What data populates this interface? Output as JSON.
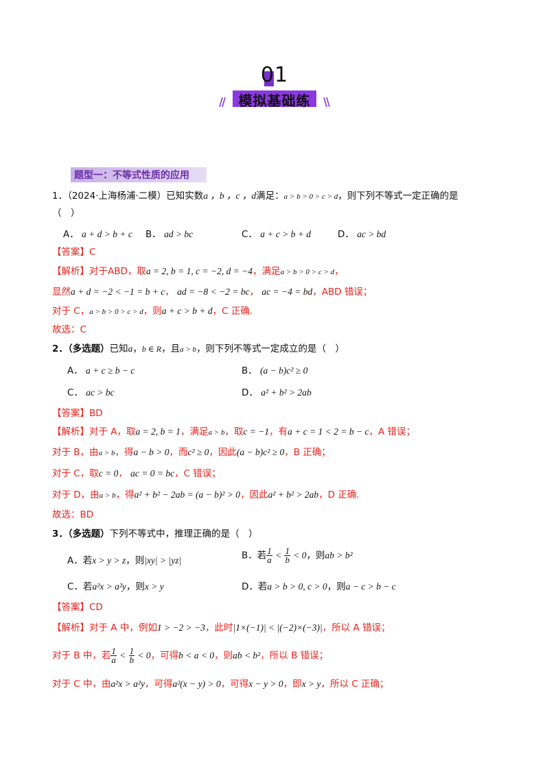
{
  "header": {
    "number": "01",
    "title": "模拟基础练"
  },
  "section": {
    "label": "题型一：不等式性质的应用"
  },
  "q1": {
    "num": "1．",
    "stem_a": "（2024·上海杨浦·二模）已知实数",
    "vars": "a ，b ，c ，d",
    "stem_b": "满足：",
    "cond": "a > b > 0 > c > d",
    "stem_c": "，则下列不等式一定正确的是",
    "paren": "（　）",
    "opts": [
      {
        "label": "A．",
        "expr": "a + d > b + c"
      },
      {
        "label": "B．",
        "expr": "ad > bc"
      },
      {
        "label": "C．",
        "expr": "a + c > b + d"
      },
      {
        "label": "D．",
        "expr": "ac > bd"
      }
    ],
    "answer_tag": "【答案】",
    "answer": "C",
    "sol_tag": "【解析】",
    "sol1_a": "对于ABD，取",
    "sol1_m": "a = 2, b = 1, c = −2, d = −4",
    "sol1_b": "，满足",
    "sol1_m2": "a > b > 0 > c > d",
    "sol1_c": "，",
    "sol2_a": "显然",
    "sol2_m1": "a + d = −2 < −1 = b + c",
    "sol2_m2": "ad = −8 < −2 = bc",
    "sol2_m3": "ac = −4 = bd",
    "sol2_b": "，ABD 错误；",
    "sol3_a": "对于 C，",
    "sol3_m1": "a > b > 0 > c > d",
    "sol3_b": "，则",
    "sol3_m2": "a + c > b + d",
    "sol3_c": "，C 正确.",
    "choose": "故选：C"
  },
  "q2": {
    "num": "2．",
    "tag": "（多选题）",
    "stem_a": "已知",
    "m1": "a",
    "stem_b": "，",
    "m2": "b ∈ R",
    "stem_c": "，且",
    "m3": "a > b",
    "stem_d": "，则下列不等式一定成立的是（　）",
    "opts": [
      {
        "label": "A．",
        "expr": "a + c ≥ b − c"
      },
      {
        "label": "B．",
        "expr": "(a − b)c² ≥ 0"
      },
      {
        "label": "C．",
        "expr": "ac > bc"
      },
      {
        "label": "D．",
        "expr": "a² + b² > 2ab"
      }
    ],
    "answer_tag": "【答案】",
    "answer": "BD",
    "sol_tag": "【解析】",
    "sol1_a": "对于 A，取",
    "sol1_m1": "a = 2, b = 1",
    "sol1_b": "，满足",
    "sol1_m2": "a > b",
    "sol1_c": "，取",
    "sol1_m3": "c = −1",
    "sol1_d": "，有",
    "sol1_m4": "a + c = 1 < 2 = b − c",
    "sol1_e": "，A 错误；",
    "sol2_a": "对于 B，由",
    "sol2_m1": "a > b",
    "sol2_b": "，得",
    "sol2_m2": "a − b > 0",
    "sol2_c": "，而",
    "sol2_m3": "c² ≥ 0",
    "sol2_d": "，因此",
    "sol2_m4": "(a − b)c² ≥ 0",
    "sol2_e": "，B 正确；",
    "sol3_a": "对于 C，取",
    "sol3_m1": "c = 0",
    "sol3_m2": "ac = 0 = bc",
    "sol3_b": "，C 错误；",
    "sol4_a": "对于 D，由",
    "sol4_m1": "a > b",
    "sol4_b": "，得",
    "sol4_m2": "a² + b² − 2ab = (a − b)² > 0",
    "sol4_c": "，因此",
    "sol4_m3": "a² + b² > 2ab",
    "sol4_d": "，D 正确.",
    "choose": "故选：BD"
  },
  "q3": {
    "num": "3．",
    "tag": "（多选题）",
    "stem": "下列不等式中，推理正确的是（　）",
    "optA_label": "A．若",
    "optA_m1": "x > y > z",
    "optA_b": "，则",
    "optA_m2": "|xy| > |yz|",
    "optB_label": "B．若",
    "optB_f1n": "1",
    "optB_f1d": "a",
    "optB_lt": "<",
    "optB_f2n": "1",
    "optB_f2d": "b",
    "optB_lt0": "< 0",
    "optB_b": "，则",
    "optB_m2": "ab > b²",
    "optC_label": "C．若",
    "optC_m1": "a²x > a²y",
    "optC_b": "，则",
    "optC_m2": "x > y",
    "optD_label": "D．若",
    "optD_m1": "a > b > 0, c > 0",
    "optD_b": "，则",
    "optD_m2": "a − c > b − c",
    "answer_tag": "【答案】",
    "answer": "CD",
    "sol_tag": "【解析】",
    "sol1_a": "对于 A 中，例如",
    "sol1_m1": "1 > −2 > −3",
    "sol1_b": "，此时",
    "sol1_m2": "|1×(−1)| < |(−2)×(−3)|",
    "sol1_c": "，所以 A 错误；",
    "sol2_a": "对于 B 中，若",
    "sol2_f1n": "1",
    "sol2_f1d": "a",
    "sol2_lt": "<",
    "sol2_f2n": "1",
    "sol2_f2d": "b",
    "sol2_lt0": "< 0",
    "sol2_b": "，可得",
    "sol2_m1": "b < a < 0",
    "sol2_c": "，则",
    "sol2_m2": "ab < b²",
    "sol2_d": "，所以 B 错误；",
    "sol3_a": "对于 C 中，由",
    "sol3_m1": "a²x > a²y",
    "sol3_b": "，可得",
    "sol3_m2": "a²(x − y) > 0",
    "sol3_c": "，可得",
    "sol3_m3": "x − y > 0",
    "sol3_d": "，即",
    "sol3_m4": "x > y",
    "sol3_e": "，所以 C 正确；"
  }
}
